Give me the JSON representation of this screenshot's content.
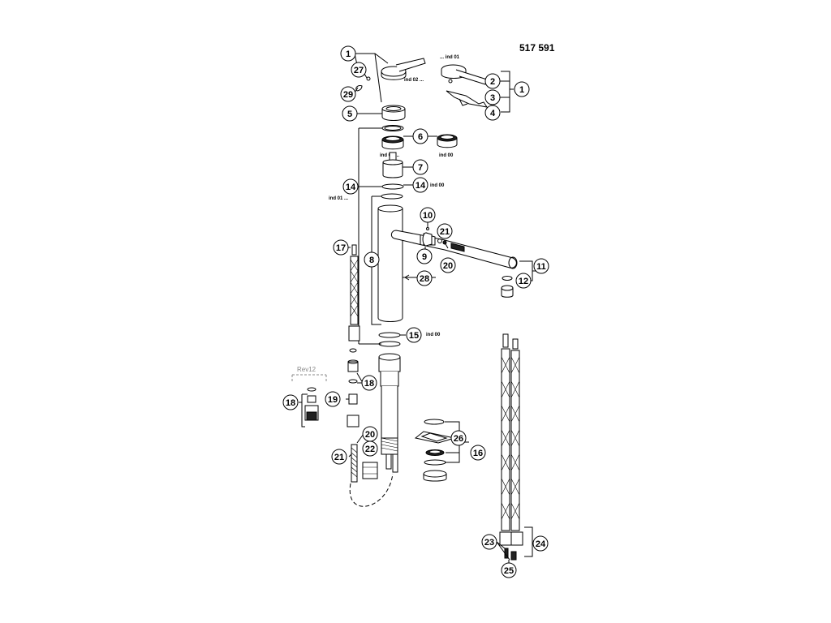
{
  "document_number": "517 591",
  "callouts": {
    "c1a": "1",
    "c27": "27",
    "c29": "29",
    "c5": "5",
    "c1b": "1",
    "c2": "2",
    "c3": "3",
    "c4": "4",
    "c6": "6",
    "c7": "7",
    "c14a": "14",
    "c14b": "14",
    "c10": "10",
    "c21a": "21",
    "c9": "9",
    "c20a": "20",
    "c17": "17",
    "c8": "8",
    "c28": "28",
    "c11": "11",
    "c12": "12",
    "c15": "15",
    "c18a": "18",
    "c18b": "18",
    "c19": "19",
    "c20b": "20",
    "c22": "22",
    "c21b": "21",
    "c26": "26",
    "c16": "16",
    "c23": "23",
    "c24": "24",
    "c25": "25"
  },
  "labels": {
    "ind02": "ind 02 ...",
    "ind01_top": "... ind 01",
    "ind01_cart": "ind 01 ...",
    "ind00_cart": "ind 00",
    "ind00_14": "ind 00",
    "ind01_left": "ind 01 ...",
    "ind00_15": "ind 00",
    "rev12": "Rev12"
  }
}
